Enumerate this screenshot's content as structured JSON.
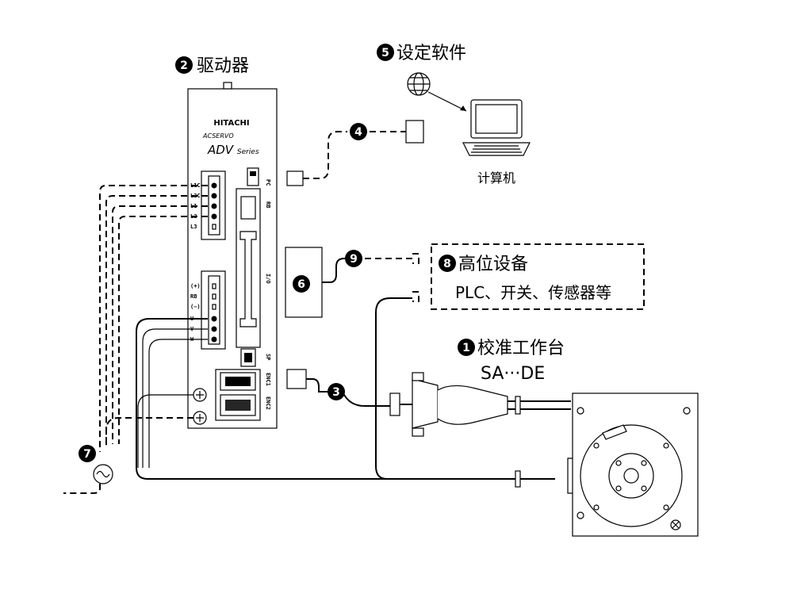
{
  "diagram": {
    "badges": {
      "b1": "1",
      "b2": "2",
      "b3": "3",
      "b4": "4",
      "b5": "5",
      "b6": "6",
      "b7": "7",
      "b8": "8",
      "b9": "9"
    },
    "labels": {
      "driver": "驱动器",
      "software": "设定软件",
      "computer": "计算机",
      "host_title": "高位设备",
      "host_sub": "PLC、开关、传感器等",
      "stage_title": "校准工作台",
      "stage_model": "SA···DE"
    },
    "driver_panel": {
      "brand": "HITACHI",
      "product": "ACSERVO",
      "series_main": "ADV",
      "series_suffix": "Series",
      "port_pc": "PC",
      "port_rb": "RB",
      "port_io": "I/O",
      "port_sp": "SP",
      "port_enc1": "ENC1",
      "port_enc2": "ENC2",
      "power_terminals": [
        "L1C",
        "L2C",
        "L1",
        "L2",
        "L3"
      ],
      "motor_terminals": [
        "(+)",
        "RB",
        "(−)",
        "U",
        "V",
        "W"
      ]
    },
    "colors": {
      "ink": "#000000",
      "paper": "#ffffff"
    },
    "icons": [
      "globe-icon",
      "laptop-icon",
      "ac-power-icon",
      "rotary-stage-icon",
      "ground-screw-icon",
      "connector-icon"
    ]
  }
}
